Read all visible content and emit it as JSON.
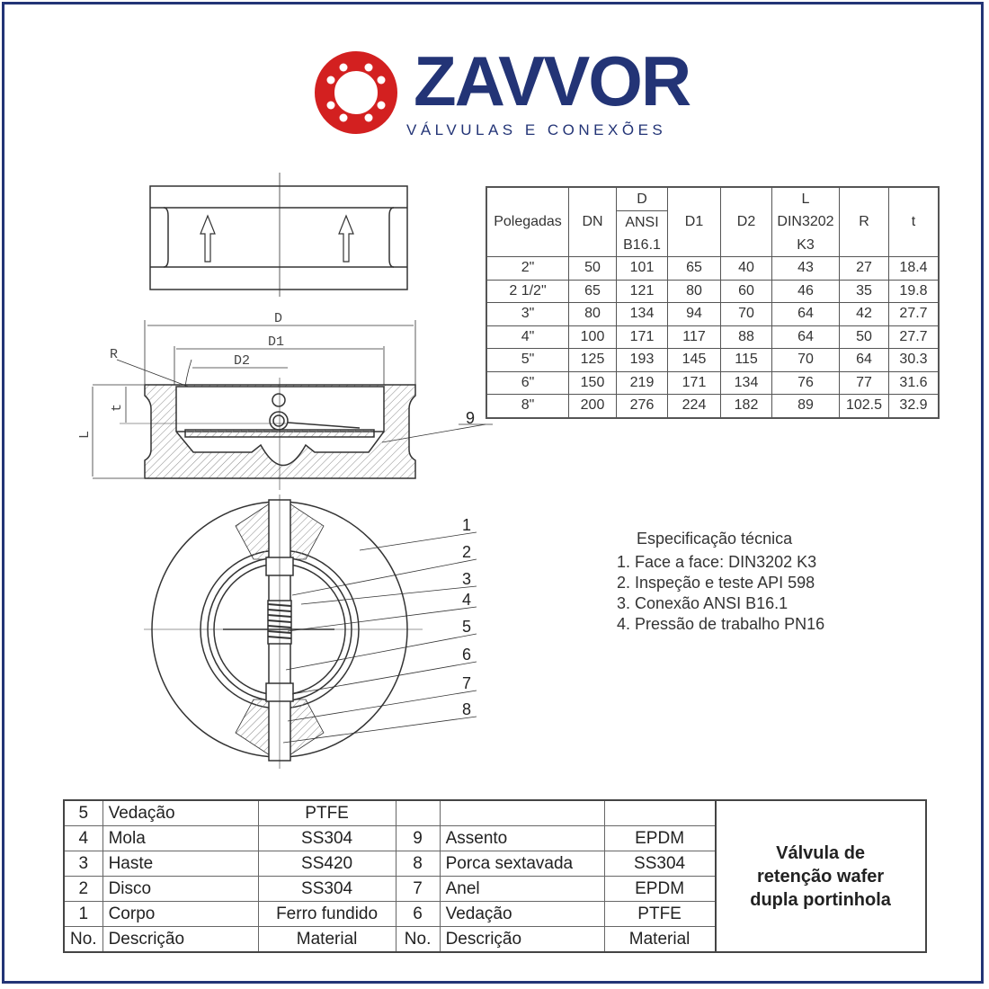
{
  "brand": {
    "name": "ZAVVOR",
    "tagline": "VÁLVULAS E CONEXÕES",
    "colors": {
      "primary": "#233476",
      "flange": "#d32020"
    }
  },
  "drawing_labels": {
    "top_view": {
      "flow_arrows": 2
    },
    "section_view": {
      "D": "D",
      "D1": "D1",
      "D2": "D2",
      "R": "R",
      "t": "t",
      "L": "L",
      "callout": "9"
    },
    "front_view": {
      "callouts": [
        "1",
        "2",
        "3",
        "4",
        "5",
        "6",
        "7",
        "8"
      ]
    }
  },
  "dimensions_table": {
    "headers": {
      "polegadas": "Polegadas",
      "dn": "DN",
      "d_top": "D",
      "d_sub1": "ANSI",
      "d_sub2": "B16.1",
      "d1": "D1",
      "d2": "D2",
      "l_top": "L",
      "l_sub1": "DIN3202",
      "l_sub2": "K3",
      "r": "R",
      "t": "t"
    },
    "rows": [
      [
        "2\"",
        "50",
        "101",
        "65",
        "40",
        "43",
        "27",
        "18.4"
      ],
      [
        "2 1/2\"",
        "65",
        "121",
        "80",
        "60",
        "46",
        "35",
        "19.8"
      ],
      [
        "3\"",
        "80",
        "134",
        "94",
        "70",
        "64",
        "42",
        "27.7"
      ],
      [
        "4\"",
        "100",
        "171",
        "117",
        "88",
        "64",
        "50",
        "27.7"
      ],
      [
        "5\"",
        "125",
        "193",
        "145",
        "115",
        "70",
        "64",
        "30.3"
      ],
      [
        "6\"",
        "150",
        "219",
        "171",
        "134",
        "76",
        "77",
        "31.6"
      ],
      [
        "8\"",
        "200",
        "276",
        "224",
        "182",
        "89",
        "102.5",
        "32.9"
      ]
    ]
  },
  "spec": {
    "title": "Especificação técnica",
    "items": [
      "1. Face a face: DIN3202 K3",
      "2. Inspeção e teste API 598",
      "3. Conexão ANSI B16.1",
      "4. Pressão de trabalho PN16"
    ]
  },
  "parts_table": {
    "rows": [
      {
        "no_a": "5",
        "desc_a": "Vedação",
        "mat_a": "PTFE",
        "no_b": "",
        "desc_b": "",
        "mat_b": ""
      },
      {
        "no_a": "4",
        "desc_a": "Mola",
        "mat_a": "SS304",
        "no_b": "9",
        "desc_b": "Assento",
        "mat_b": "EPDM"
      },
      {
        "no_a": "3",
        "desc_a": "Haste",
        "mat_a": "SS420",
        "no_b": "8",
        "desc_b": "Porca sextavada",
        "mat_b": "SS304"
      },
      {
        "no_a": "2",
        "desc_a": "Disco",
        "mat_a": "SS304",
        "no_b": "7",
        "desc_b": "Anel",
        "mat_b": "EPDM"
      },
      {
        "no_a": "1",
        "desc_a": "Corpo",
        "mat_a": "Ferro fundido",
        "no_b": "6",
        "desc_b": "Vedação",
        "mat_b": "PTFE"
      }
    ],
    "header": {
      "no": "No.",
      "desc": "Descrição",
      "mat": "Material"
    },
    "title_line1": "Válvula de",
    "title_line2": "retenção wafer",
    "title_line3": "dupla portinhola"
  }
}
